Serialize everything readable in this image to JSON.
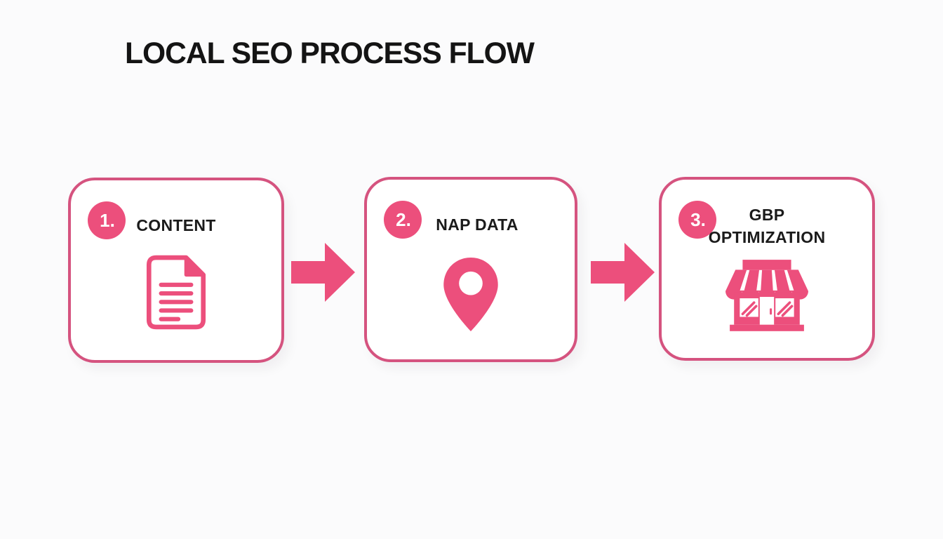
{
  "title": "LOCAL SEO PROCESS FLOW",
  "colors": {
    "accent_pink": "#ec4f7c",
    "card_border_pink": "#d5537f",
    "title_text": "#141414",
    "label_text": "#1b1b1b",
    "badge_text": "#ffffff",
    "background": "#fbfbfc",
    "card_background": "#ffffff"
  },
  "steps": [
    {
      "number": "1.",
      "label": "CONTENT",
      "icon": "document-icon"
    },
    {
      "number": "2.",
      "label": "NAP DATA",
      "icon": "location-pin-icon"
    },
    {
      "number": "3.",
      "label": "GBP OPTIMIZATION",
      "icon": "storefront-icon"
    }
  ],
  "connectors": [
    {
      "icon": "arrow-right-icon",
      "direction": "right"
    },
    {
      "icon": "arrow-right-icon",
      "direction": "right"
    }
  ]
}
